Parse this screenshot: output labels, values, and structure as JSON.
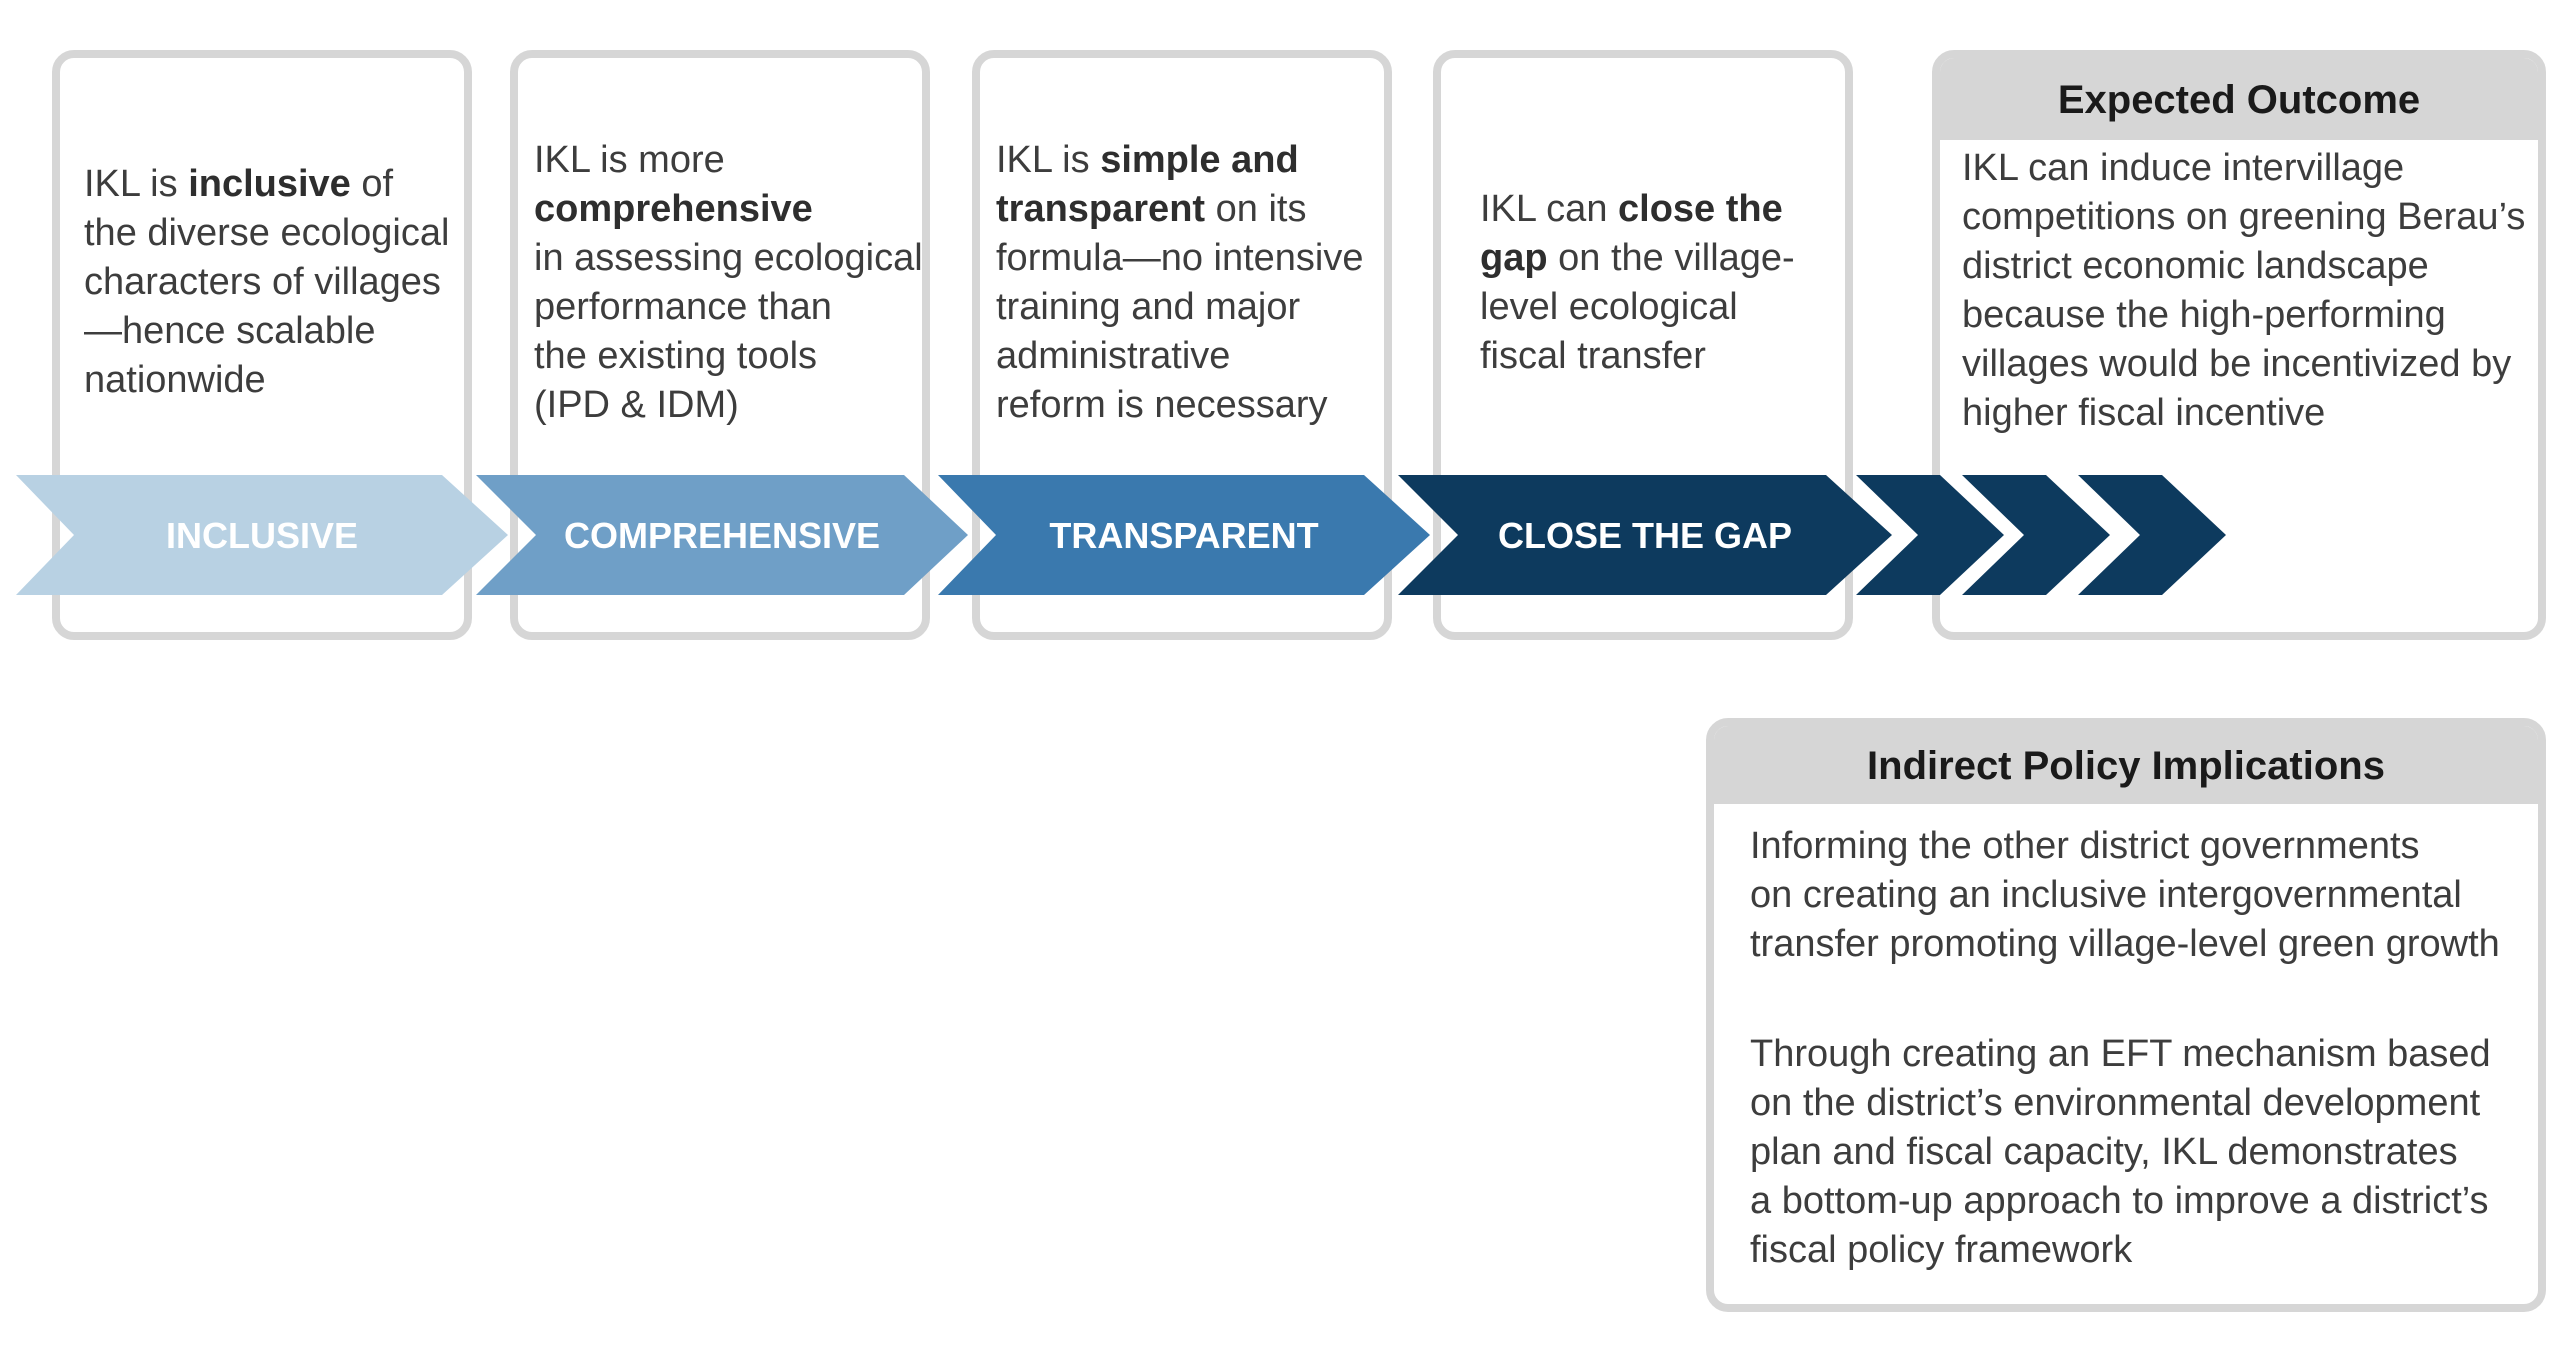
{
  "stages": [
    {
      "id": "inclusive",
      "label": "INCLUSIVE",
      "color": "#b8d1e3",
      "text": [
        {
          "t": "IKL is ",
          "b": false
        },
        {
          "t": "inclusive",
          "b": true
        },
        {
          "t": " of",
          "b": false
        },
        {
          "br": true
        },
        {
          "t": "the diverse ecological",
          "b": false
        },
        {
          "br": true
        },
        {
          "t": "characters of villages",
          "b": false
        },
        {
          "br": true
        },
        {
          "t": "—hence scalable",
          "b": false
        },
        {
          "br": true
        },
        {
          "t": "nationwide",
          "b": false
        }
      ]
    },
    {
      "id": "comprehensive",
      "label": "COMPREHENSIVE",
      "color": "#6f9fc7",
      "text": [
        {
          "t": "IKL is more",
          "b": false
        },
        {
          "br": true
        },
        {
          "t": "comprehensive",
          "b": true
        },
        {
          "br": true
        },
        {
          "t": "in assessing ecological",
          "b": false
        },
        {
          "br": true
        },
        {
          "t": "performance than",
          "b": false
        },
        {
          "br": true
        },
        {
          "t": "the existing tools",
          "b": false
        },
        {
          "br": true
        },
        {
          "t": "(IPD & IDM)",
          "b": false
        }
      ]
    },
    {
      "id": "transparent",
      "label": "TRANSPARENT",
      "color": "#3a79ae",
      "text": [
        {
          "t": "IKL is ",
          "b": false
        },
        {
          "t": "simple and",
          "b": true
        },
        {
          "br": true
        },
        {
          "t": "transparent",
          "b": true
        },
        {
          "t": " on its",
          "b": false
        },
        {
          "br": true
        },
        {
          "t": "formula—no intensive",
          "b": false
        },
        {
          "br": true
        },
        {
          "t": "training and major",
          "b": false
        },
        {
          "br": true
        },
        {
          "t": "administrative",
          "b": false
        },
        {
          "br": true
        },
        {
          "t": "reform is necessary",
          "b": false
        }
      ]
    },
    {
      "id": "close-the-gap",
      "label": "CLOSE THE GAP",
      "color": "#0d3a5e",
      "text": [
        {
          "t": "IKL can ",
          "b": false
        },
        {
          "t": "close the",
          "b": true
        },
        {
          "br": true
        },
        {
          "t": "gap",
          "b": true
        },
        {
          "t": " on the  village-",
          "b": false
        },
        {
          "br": true
        },
        {
          "t": "level ecological",
          "b": false
        },
        {
          "br": true
        },
        {
          "t": "fiscal transfer",
          "b": false
        }
      ]
    }
  ],
  "chevron_color": "#0d3a5e",
  "card_border_color": "#d6d6d6",
  "expected_outcome": {
    "title": "Expected Outcome",
    "lines": [
      "IKL can induce intervillage",
      "competitions on greening Berau’s",
      "district economic landscape",
      "because the high-performing",
      "villages would be incentivized by",
      "higher fiscal incentive"
    ]
  },
  "indirect_policy": {
    "title": "Indirect Policy Implications",
    "paragraphs": [
      [
        "Informing the other district governments",
        "on creating an inclusive intergovernmental",
        "transfer promoting village-level green growth"
      ],
      [
        "Through creating an EFT mechanism based",
        "on the district’s environmental development",
        "plan and fiscal capacity, IKL demonstrates",
        "a bottom-up approach to improve a district’s",
        "fiscal policy framework"
      ]
    ]
  }
}
